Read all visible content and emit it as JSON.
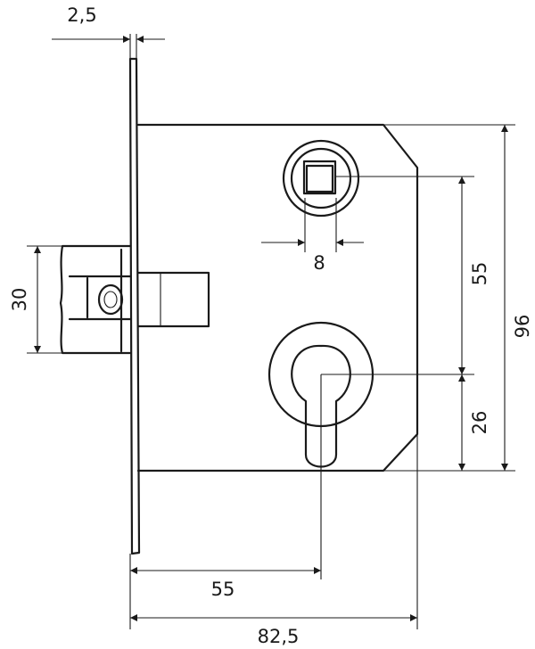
{
  "dimensions": {
    "faceplate_thickness": "2,5",
    "spindle_square": "8",
    "latch_height": "30",
    "spindle_to_keyhole": "55",
    "keyhole_to_bottom": "26",
    "case_height": "96",
    "backset": "55",
    "case_depth": "82,5"
  }
}
